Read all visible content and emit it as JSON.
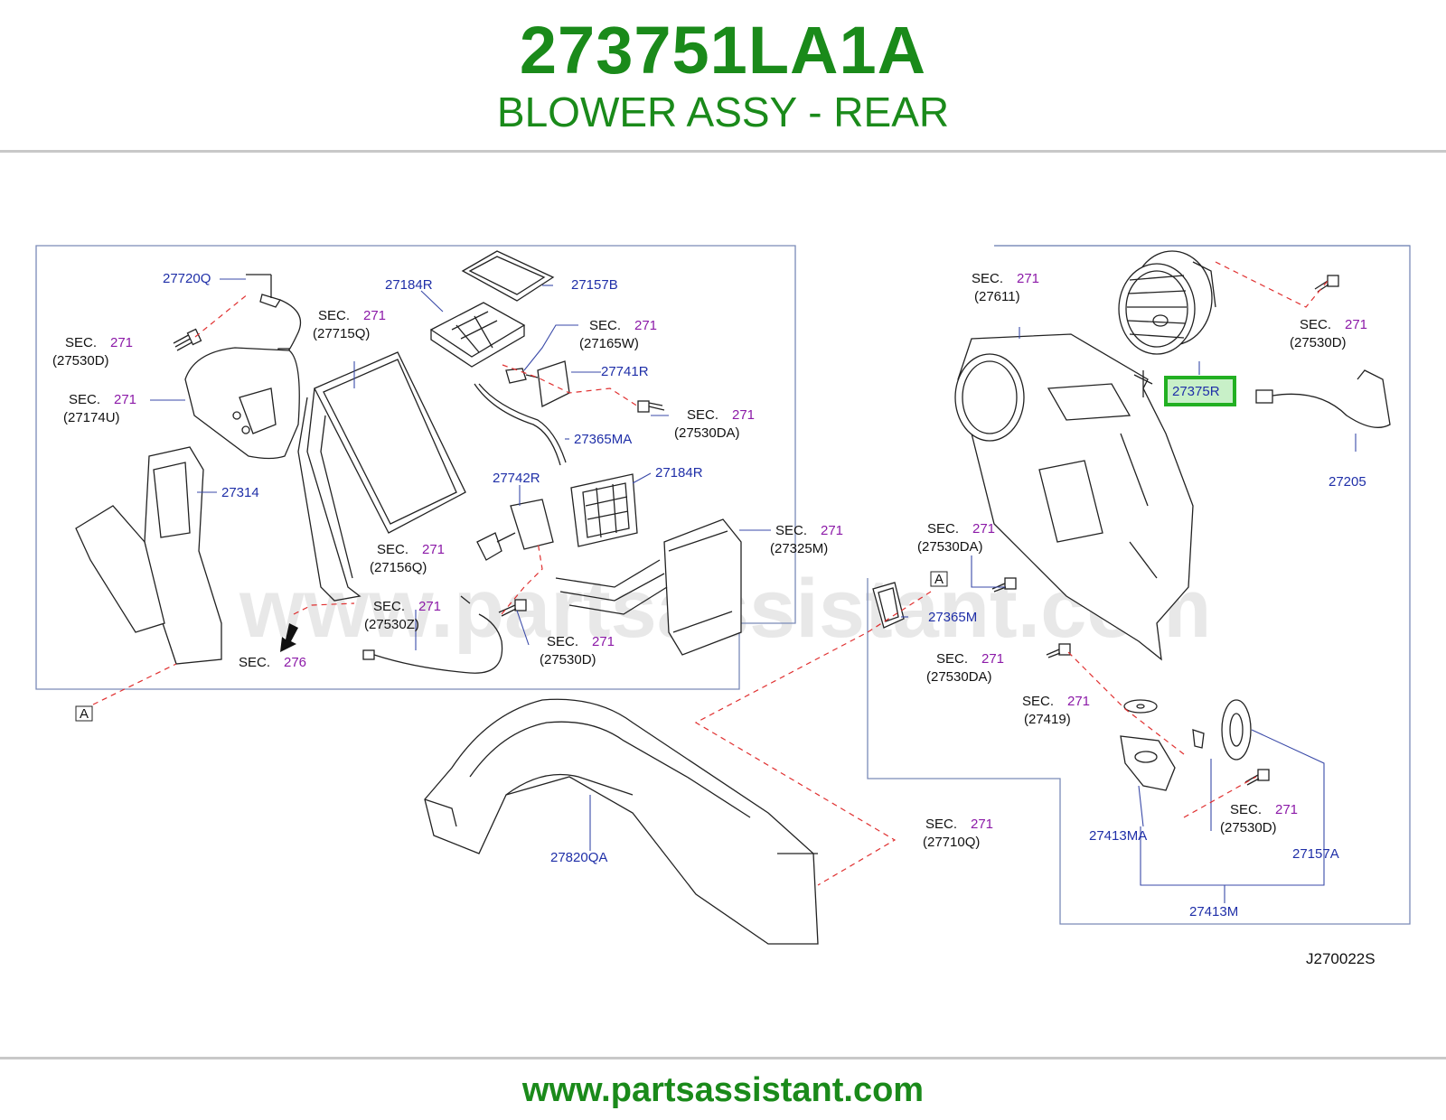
{
  "header": {
    "part_number": "273751LA1A",
    "part_name": "BLOWER ASSY - REAR"
  },
  "footer": {
    "website": "www.partsassistant.com"
  },
  "diagram": {
    "watermark": "www.partsassistant.com",
    "diagram_code": "J270022S",
    "highlighted_part": "27375R",
    "section_prefix": "SEC.",
    "labels": {
      "p27720Q": "27720Q",
      "p27184R_top": "27184R",
      "p27157B": "27157B",
      "p27741R": "27741R",
      "p27365MA": "27365MA",
      "p27742R": "27742R",
      "p27184R_mid": "27184R",
      "p27314": "27314",
      "p27365M": "27365M",
      "p27820QA": "27820QA",
      "p27375R": "27375R",
      "p27205": "27205",
      "p27413MA": "27413MA",
      "p27157A": "27157A",
      "p27413M": "27413M",
      "boxA": "A"
    },
    "sections": {
      "s1": {
        "num": "271",
        "ref": "(27530D)"
      },
      "s2": {
        "num": "271",
        "ref": "(27174U)"
      },
      "s3": {
        "num": "271",
        "ref": "(27715Q)"
      },
      "s4": {
        "num": "271",
        "ref": "(27165W)"
      },
      "s5": {
        "num": "271",
        "ref": "(27530DA)"
      },
      "s6": {
        "num": "271",
        "ref": "(27325M)"
      },
      "s7": {
        "num": "271",
        "ref": "(27156Q)"
      },
      "s8": {
        "num": "271",
        "ref": "(27530Z)"
      },
      "s9": {
        "num": "271",
        "ref": "(27530D)"
      },
      "s10": {
        "num": "276"
      },
      "s11": {
        "num": "271",
        "ref": "(27611)"
      },
      "s12": {
        "num": "271",
        "ref": "(27530D)"
      },
      "s13": {
        "num": "271",
        "ref": "(27530DA)"
      },
      "s14": {
        "num": "271",
        "ref": "(27530DA)"
      },
      "s15": {
        "num": "271",
        "ref": "(27419)"
      },
      "s16": {
        "num": "271",
        "ref": "(27530D)"
      },
      "s17": {
        "num": "271",
        "ref": "(27710Q)"
      }
    }
  }
}
